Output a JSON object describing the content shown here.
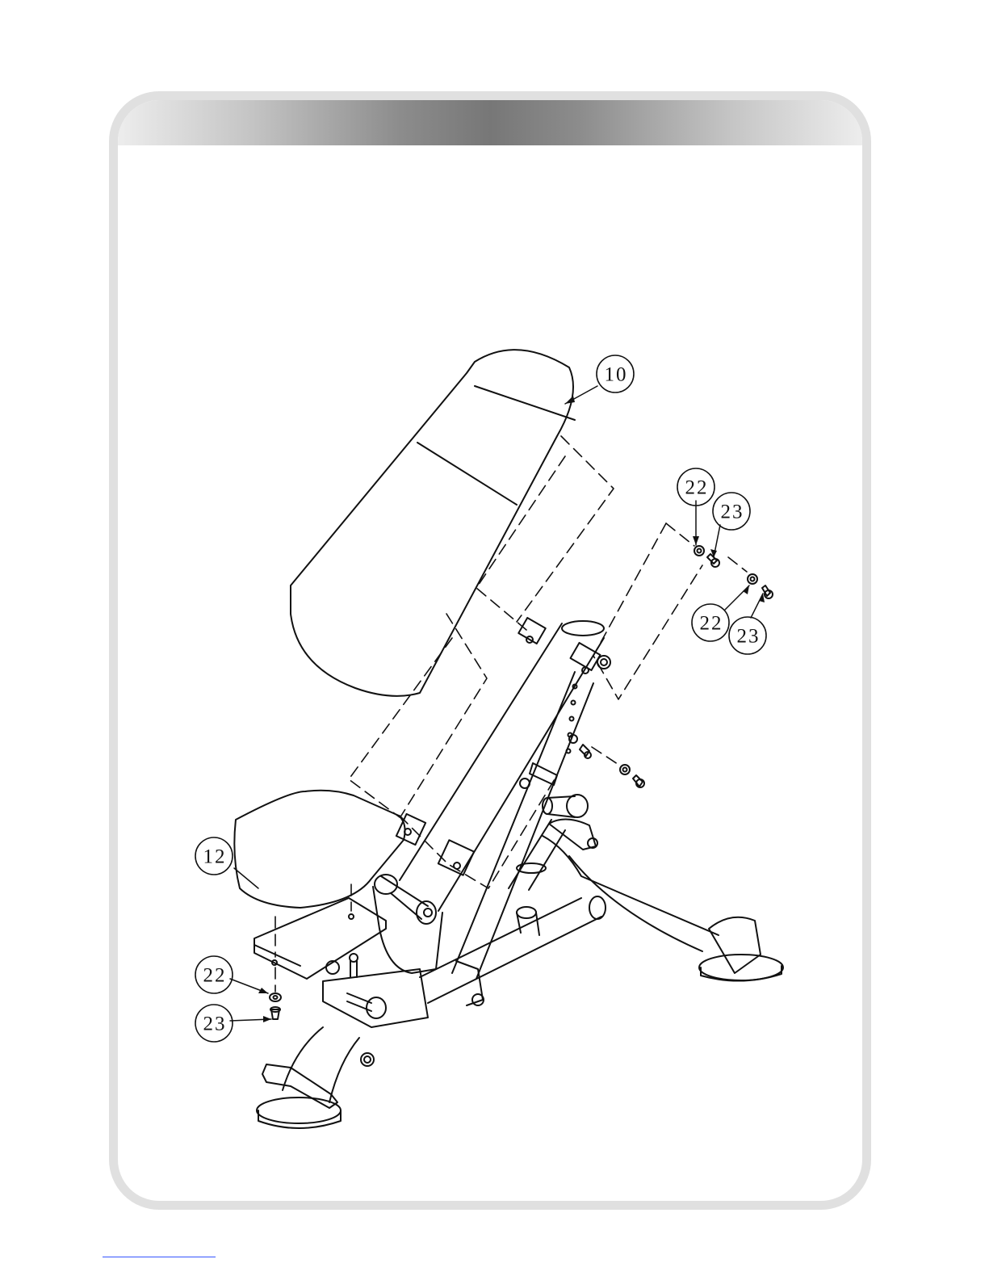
{
  "callouts": {
    "backrest": "10",
    "seat": "12",
    "washer_top_left": "22",
    "bolt_top_left": "23",
    "washer_top_right": "22",
    "bolt_top_right": "23",
    "washer_bottom": "22",
    "bolt_bottom": "23"
  },
  "colors": {
    "frame_border": "#e0e0e0",
    "header_gradient_center": "#777777",
    "line": "#111111",
    "link_underline": "#3355ff"
  }
}
